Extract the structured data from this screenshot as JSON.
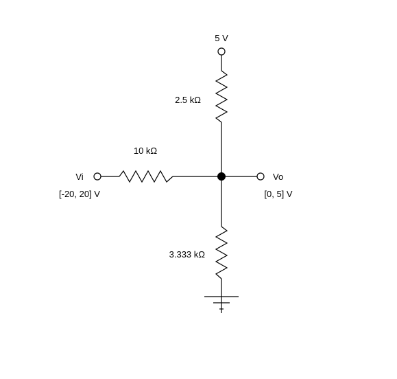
{
  "circuit": {
    "supply_label": "5 V",
    "r_top_label": "2.5 kΩ",
    "r_left_label": "10 kΩ",
    "r_bottom_label": "3.333 kΩ",
    "input_label": "Vi",
    "input_range": "[-20, 20] V",
    "output_label": "Vo",
    "output_range": "[0, 5] V"
  }
}
